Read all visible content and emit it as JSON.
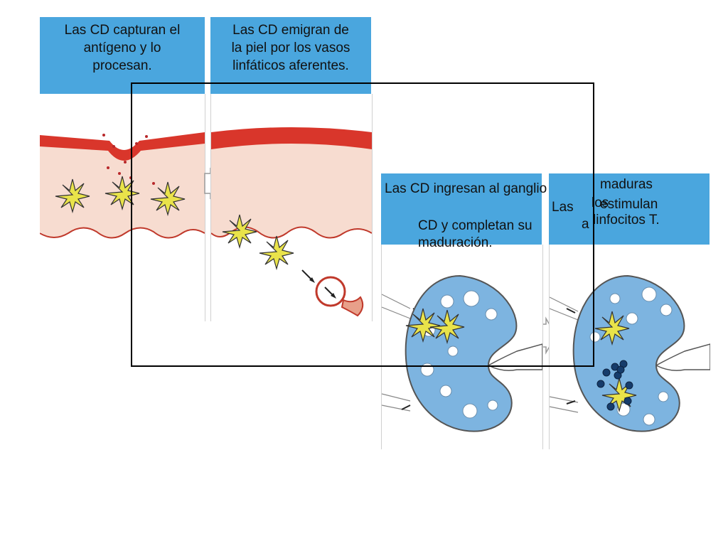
{
  "panels": [
    {
      "id": "p1",
      "caption_lines": [
        "Las CD capturan el",
        "antígeno y lo",
        "procesan."
      ]
    },
    {
      "id": "p2",
      "caption_lines": [
        "Las CD emigran de",
        "la piel  por los vasos",
        "linfáticos  aferentes."
      ]
    },
    {
      "id": "p3",
      "caption_fragments": [
        "Las CD ingresan al ganglio",
        "Las",
        "CD  y completan su",
        "maduración."
      ]
    },
    {
      "id": "p4",
      "caption_fragments": [
        "maduras",
        "los",
        "estimulan",
        "a",
        "linfocitos T."
      ]
    }
  ],
  "colors": {
    "caption_bg": "#4aa6de",
    "epidermis": "#d9362b",
    "dermis": "#f7dcd0",
    "dendritic_cell": "#e9e34a",
    "node": "#7db4e0",
    "lymphocyte": "#163c6b",
    "overlay_frame": "#000000"
  },
  "icons": [
    "arrow-right-icon",
    "dendritic-cell-icon",
    "lymph-node-icon",
    "lymphocyte-icon",
    "lymph-vessel-icon"
  ]
}
